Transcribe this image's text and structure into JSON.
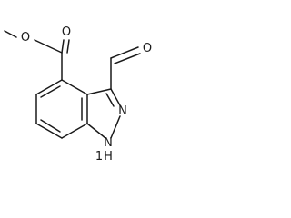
{
  "structure": {
    "labels": {
      "ester_ether_oxygen": "O",
      "ester_carbonyl_oxygen": "O",
      "aldehyde_oxygen": "O",
      "ring_nitrogen_n2": "N",
      "ring_nh_n1": "N",
      "ring_nh_hydrogen": "H",
      "nh_locant": "1"
    },
    "colors": {
      "ink": "#1a1a1a",
      "background": "#ffffff"
    }
  }
}
